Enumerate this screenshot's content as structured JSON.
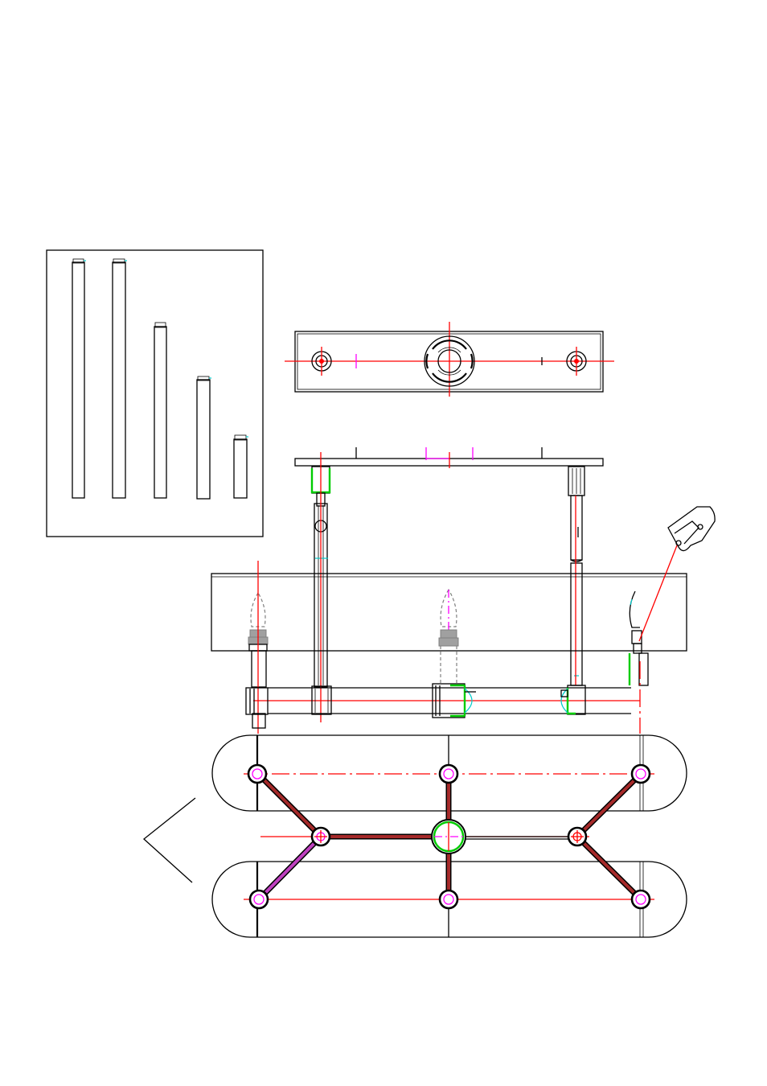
{
  "colors": {
    "outline": "#000000",
    "centerline": "#ff0000",
    "construction": "#ff00ff",
    "highlight": "#00cc00",
    "hidden": "#808080",
    "accent": "#00cccc",
    "background": "#ffffff"
  },
  "views": [
    "parts-box",
    "canopy-top-view",
    "front-elevation",
    "plan-view"
  ]
}
